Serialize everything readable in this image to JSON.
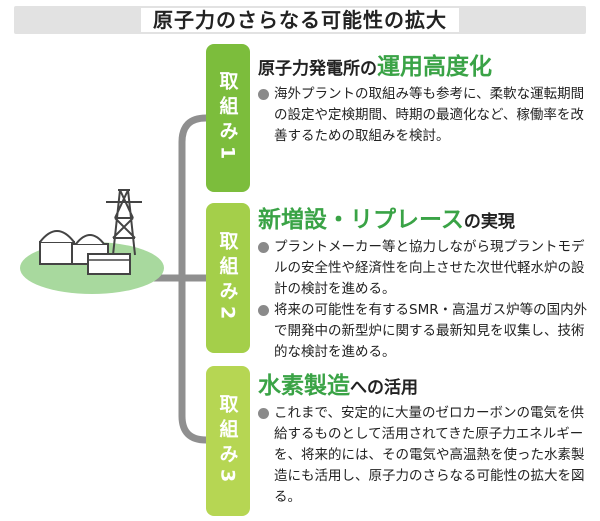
{
  "title": "原子力のさらなる可能性の拡大",
  "sections": [
    {
      "badge": "取組み1",
      "heading_prefix": "原子力発電所の",
      "heading_highlight": "運用高度化",
      "heading_suffix": "",
      "bullets": [
        "海外プラントの取組み等も参考に、柔軟な運転期間の設定や定検期間、時期の最適化など、稼働率を改善するための取組みを検討。"
      ]
    },
    {
      "badge": "取組み2",
      "heading_prefix": "",
      "heading_highlight": "新増設・リプレース",
      "heading_suffix": "の実現",
      "bullets": [
        "プラントメーカー等と協力しながら現プラントモデルの安全性や経済性を向上させた次世代軽水炉の設計の検討を進める。",
        "将来の可能性を有するSMR・高温ガス炉等の国内外で開発中の新型炉に関する最新知見を収集し、技術的な検討を進める。"
      ]
    },
    {
      "badge": "取組み3",
      "heading_prefix": "",
      "heading_highlight": "水素製造",
      "heading_suffix": "への活用",
      "bullets": [
        "これまで、安定的に大量のゼロカーボンの電気を供給するものとして活用されてきた原子力エネルギーを、将来的には、その電気や高温熱を使った水素製造にも活用し、原子力のさらなる可能性の拡大を図る。"
      ]
    }
  ],
  "colors": {
    "highlight": "#3aa346",
    "badge1": "#7cbd3c",
    "badge2": "#a4cf4a",
    "badge3": "#b6d653",
    "connector": "#8f8f8f",
    "title_band": "#e2e2e2"
  }
}
